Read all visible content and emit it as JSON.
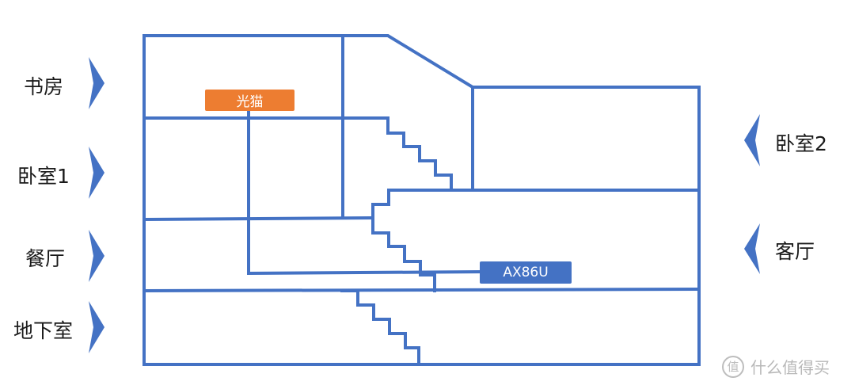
{
  "floors_left": {
    "study": "书房",
    "bedroom1": "卧室1",
    "dining": "餐厅",
    "basement": "地下室"
  },
  "floors_right": {
    "bedroom2": "卧室2",
    "living": "客厅"
  },
  "devices": {
    "modem": "光猫",
    "router": "AX86U"
  },
  "colors": {
    "line": "#4472c4",
    "arrow": "#4472c4",
    "modem_tag": "#ed7d31",
    "router_tag": "#4472c4"
  },
  "watermark": {
    "symbol": "值",
    "text": "什么值得买"
  }
}
